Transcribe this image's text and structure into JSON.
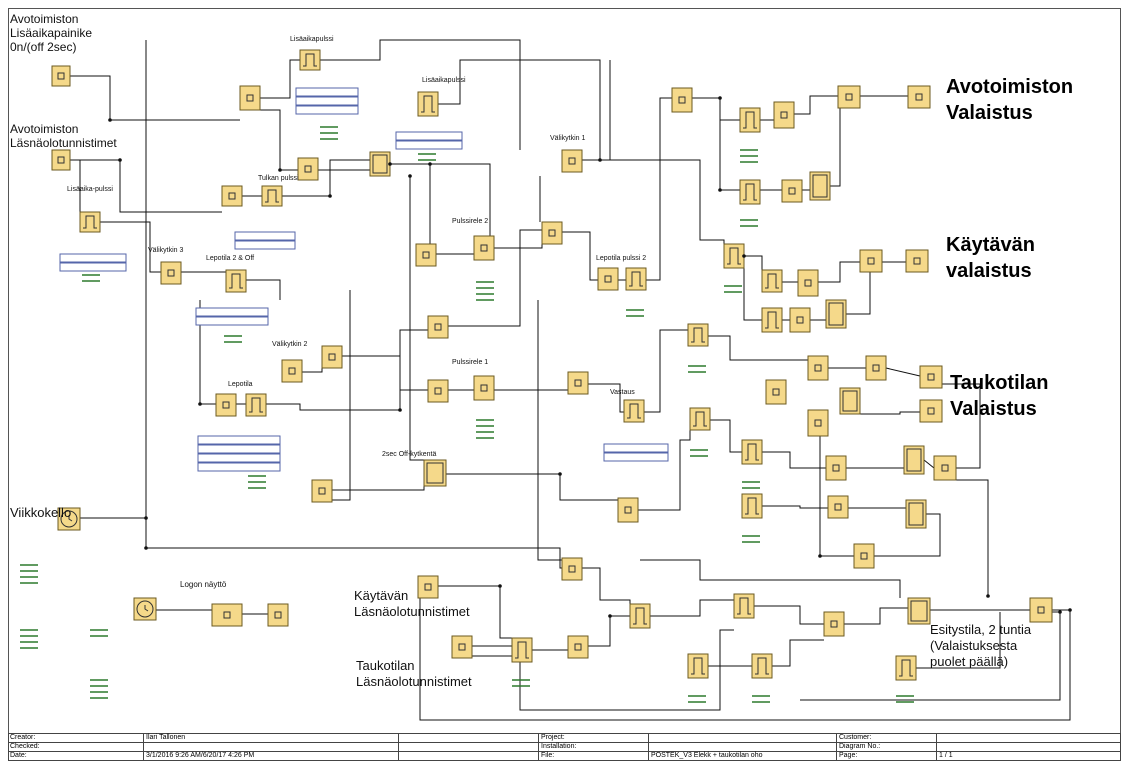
{
  "labels": {
    "avo_lisa": [
      "Avotoimiston",
      "Lisäaikapainike",
      "0n/(off 2sec)"
    ],
    "avo_lasna": [
      "Avotoimiston",
      "Läsnäolotunnistimet"
    ],
    "viikkokello": "Viikkokello",
    "logon_naytto": "Logon näyttö",
    "kaytavan_lasna": [
      "Käytävän",
      "Läsnäolotunnistimet"
    ],
    "taukotilan_lasna": [
      "Taukotilan",
      "Läsnäolotunnistimet"
    ],
    "esitystila": [
      "Esitystila, 2 tuntia",
      "(Valaistuksesta",
      "puolet päällä)"
    ],
    "avo_valaistus": [
      "Avotoimiston",
      "Valaistus"
    ],
    "kaytavan_valaistus": [
      "Käytävän",
      "valaistus"
    ],
    "taukotilan_valaistus": [
      "Taukotilan",
      "Valaistus"
    ],
    "sec_off": "2sec Off-kytkentä",
    "pulssi2": "Pulssirele 2",
    "pulssi1": "Pulssirele 1",
    "valikytkin1": "Välikytkin 1",
    "valikytkin2": "Välikytkin 2",
    "valikytkin3": "Välikytkin 3",
    "lisaaika": "Lisäaikapulssi",
    "lisaaikapulssi": "Lisäaikapulssi",
    "lepotila": "Lepotila",
    "lepotila2": "Lepotila 2 & Off",
    "lepotila_puls2": "Lepotila pulssi 2",
    "tulkan_pulssi": "Tulkan pulssi",
    "lisaaika_pulssi": "Lisäaika-pulssi",
    "vastaus": "Vastaus"
  },
  "titleblock": {
    "creator_label": "Creator:",
    "creator_value": "Ilari Tallonen",
    "checked_label": "Checked:",
    "date_label": "Date:",
    "date_value": "3/1/2016 9:26 AM/6/20/17 4:26 PM",
    "project_label": "Project:",
    "installation_label": "Installation:",
    "file_label": "File:",
    "file_value": "POSTEK_V3 Elekk + taukotilan oho",
    "customer_label": "Customer:",
    "diagram_label": "Diagram No.:",
    "page_label": "Page:",
    "page_value": "1 / 1"
  }
}
